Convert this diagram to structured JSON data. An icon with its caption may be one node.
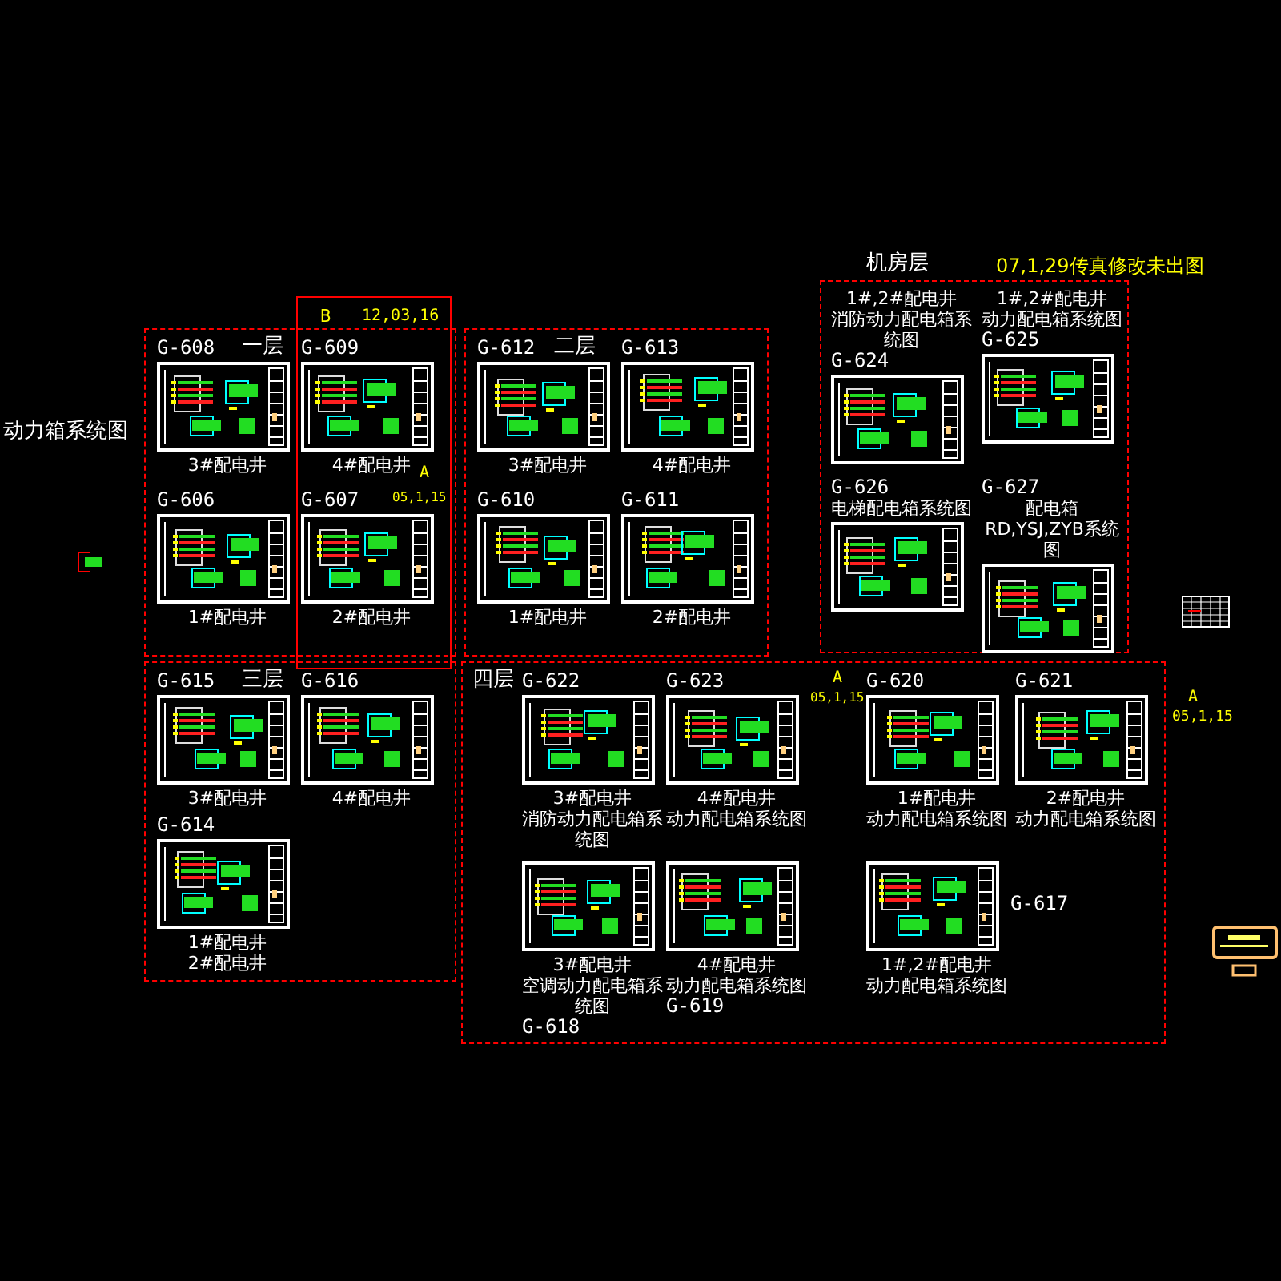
{
  "diagram": {
    "nodes": [
      {
        "text": [
          "一层"
        ]
      },
      {
        "text": [
          "G-608",
          "3#配电井"
        ],
        "in": 0
      },
      {
        "text": [
          "G-609",
          "4#配电井"
        ],
        "in": 0
      },
      {
        "text": [
          "G-606",
          "1#配电井"
        ],
        "in": 0
      },
      {
        "text": [
          "G-607",
          "2#配电井"
        ],
        "in": 0
      },
      {
        "text": [
          "二层"
        ]
      },
      {
        "text": [
          "G-612",
          "3#配电井"
        ],
        "in": 5
      },
      {
        "text": [
          "G-613",
          "4#配电井"
        ],
        "in": 5
      },
      {
        "text": [
          "G-610",
          "1#配电井"
        ],
        "in": 5
      },
      {
        "text": [
          "G-611",
          "2#配电井"
        ],
        "in": 5
      },
      {
        "text": [
          "机房层"
        ]
      },
      {
        "text": [
          "1#,2#配电井",
          "消防动力配电箱系统图",
          "G-624"
        ],
        "in": 10
      },
      {
        "text": [
          "1#,2#配电井",
          "动力配电箱系统图",
          "G-625"
        ],
        "in": 10
      },
      {
        "text": [
          "G-626",
          "电梯配电箱系统图"
        ],
        "in": 10
      },
      {
        "text": [
          "G-627",
          "配电箱RD,YSJ,ZYB系统图"
        ],
        "in": 10
      },
      {
        "text": [
          "三层"
        ]
      },
      {
        "text": [
          "G-615",
          "3#配电井"
        ],
        "in": 15
      },
      {
        "text": [
          "G-616",
          "4#配电井"
        ],
        "in": 15
      },
      {
        "text": [
          "G-614",
          "1#配电井",
          "2#配电井"
        ],
        "in": 15
      },
      {
        "text": [
          "四层"
        ]
      },
      {
        "text": [
          "G-622",
          "3#配电井",
          "消防动力配电箱系统图"
        ],
        "in": 19
      },
      {
        "text": [
          "G-623",
          "4#配电井",
          "动力配电箱系统图"
        ],
        "in": 19
      },
      {
        "text": [
          "G-620",
          "1#配电井",
          "动力配电箱系统图"
        ],
        "in": 19
      },
      {
        "text": [
          "G-621",
          "2#配电井",
          "动力配电箱系统图"
        ],
        "in": 19
      },
      {
        "text": [
          "3#配电井",
          "空调动力配电箱系统图",
          "G-618"
        ],
        "in": 19
      },
      {
        "text": [
          "4#配电井",
          "动力配电箱系统图",
          "G-619"
        ],
        "in": 19
      },
      {
        "text": [
          "1#,2#配电井",
          "动力配电箱系统图",
          "G-617"
        ],
        "in": 19
      }
    ],
    "labels": [
      "07,1,29传真修改未出图",
      "B",
      "12,03,16",
      "动力箱系统图",
      "A",
      "05,1,15",
      "A",
      "05,1,15",
      "A",
      "05,1,15"
    ]
  }
}
